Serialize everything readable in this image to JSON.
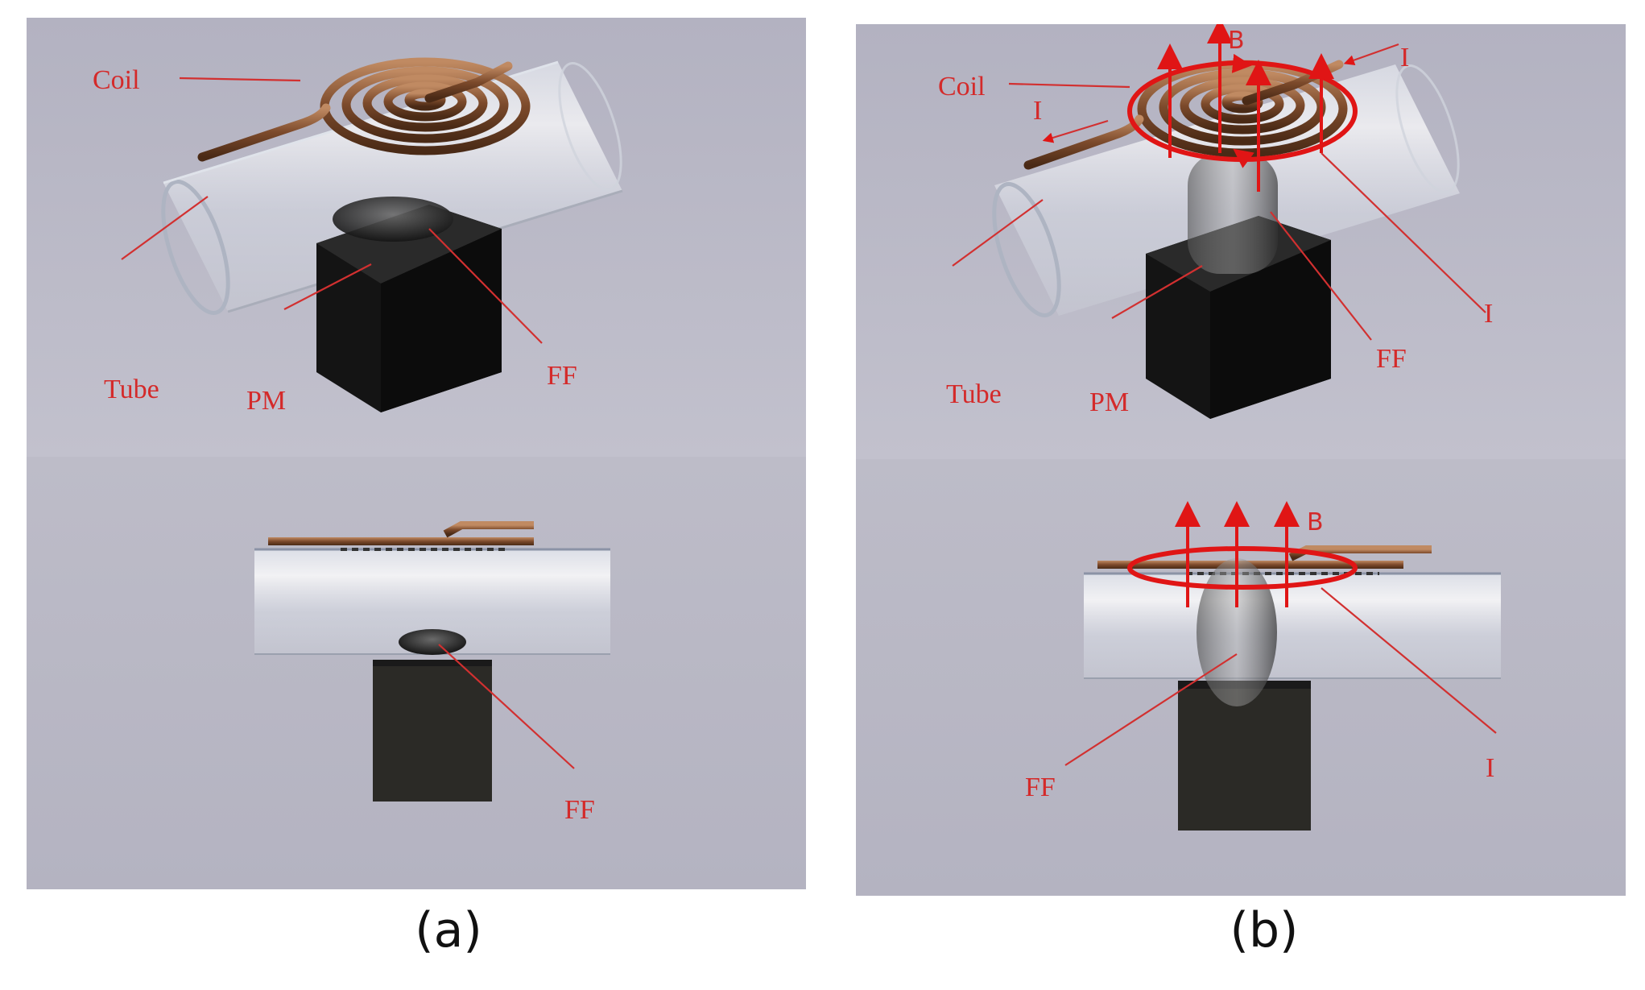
{
  "panel_a": {
    "caption": "(a)",
    "labels": {
      "coil": "Coil",
      "tube": "Tube",
      "pm": "PM",
      "ff_top": "FF",
      "ff_bottom": "FF"
    }
  },
  "panel_b": {
    "caption": "(b)",
    "labels": {
      "coil": "Coil",
      "tube": "Tube",
      "pm": "PM",
      "ff_top": "FF",
      "ff_bottom": "FF",
      "b_top": "B",
      "b_bottom": "B",
      "i_left": "I",
      "i_right_top": "I",
      "i_right_mid": "I",
      "i_right_bottom": "I"
    }
  },
  "colors": {
    "label": "#d42a2a",
    "arrow": "#e01515",
    "coil": "#8a5434",
    "magnet": "#1e1e1e",
    "background": "#b9b8c6"
  }
}
